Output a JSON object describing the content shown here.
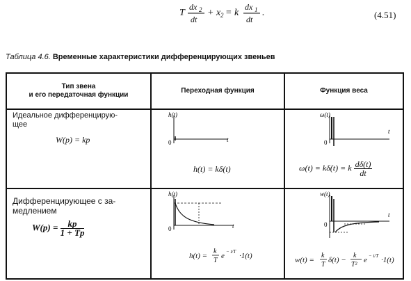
{
  "equation": {
    "number": "(4.51)"
  },
  "caption": {
    "number": "Таблица 4.6.",
    "title": "Временные характеристики дифференцирующих звеньев"
  },
  "table": {
    "headers": {
      "col1_line1": "Тип звена",
      "col1_line2": "и его передаточная функции",
      "col2": "Переходная функция",
      "col3": "Функция веса"
    },
    "rows": [
      {
        "name_line1": "Идеальное дифференцирую-",
        "name_line2": "щее",
        "transfer": "W(p) = kp",
        "transient_formula": "h(t) = kδ(t)",
        "weight_formula_left": "ω(t) = kδ̇(t) = k",
        "weight_frac_num": "dδ(t)",
        "weight_frac_den": "dt"
      },
      {
        "name_line1": "Дифференцирующее с за-",
        "name_line2": "медлением",
        "transfer_left": "W(p) =",
        "transfer_num": "kp",
        "transfer_den": "1 + Tp"
      }
    ]
  }
}
